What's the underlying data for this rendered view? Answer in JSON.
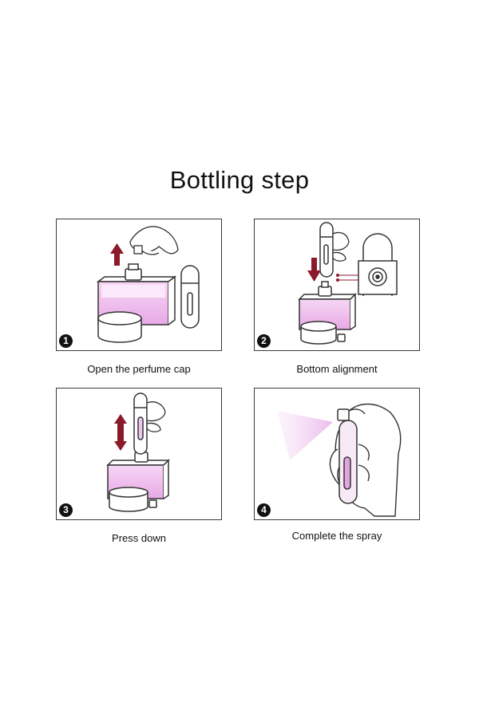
{
  "title": "Bottling step",
  "steps": [
    {
      "number": "1",
      "caption": "Open the perfume cap"
    },
    {
      "number": "2",
      "caption": "Bottom alignment"
    },
    {
      "number": "3",
      "caption": "Press down"
    },
    {
      "number": "4",
      "caption": "Complete the spray"
    }
  ],
  "colors": {
    "liquid": "#f0c8ee",
    "arrow": "#8b1a2b",
    "outline": "#333333"
  },
  "icons": [
    "perfume-bottle-icon",
    "atomizer-icon",
    "hand-icon",
    "cap-icon",
    "arrow-icon",
    "spray-mist-icon"
  ]
}
